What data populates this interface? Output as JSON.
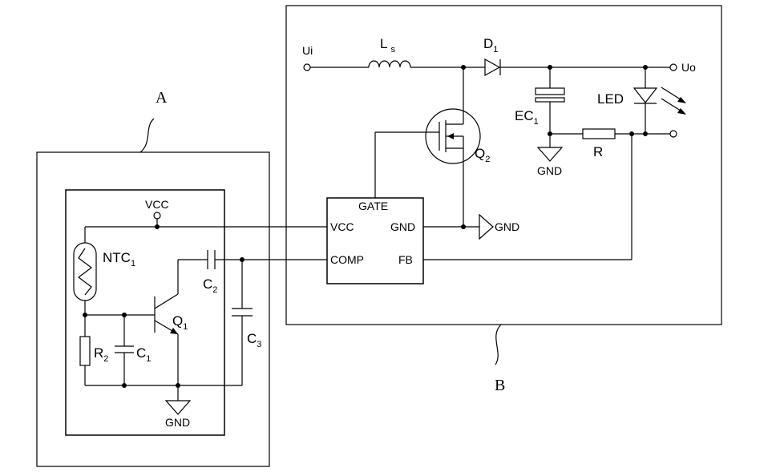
{
  "blocks": {
    "a": "A",
    "b": "B"
  },
  "ic": {
    "title": "GATE",
    "vcc": "VCC",
    "gnd": "GND",
    "comp": "COMP",
    "fb": "FB"
  },
  "left": {
    "vcc": "VCC",
    "ntc": "NTC",
    "ntc_sub": "1",
    "q1": "Q",
    "q1_sub": "1",
    "c2": "C",
    "c2_sub": "2",
    "c3": "C",
    "c3_sub": "3",
    "r2": "R",
    "r2_sub": "2",
    "c1": "C",
    "c1_sub": "1",
    "gnd": "GND"
  },
  "right": {
    "ui": "Ui",
    "ls": "L",
    "ls_sub": "s",
    "d1": "D",
    "d1_sub": "1",
    "uo": "Uo",
    "led": "LED",
    "ec": "EC",
    "ec_sub": "1",
    "gnd_cap": "GND",
    "r": "R",
    "q2": "Q",
    "q2_sub": "2",
    "gnd_ic": "GND"
  }
}
